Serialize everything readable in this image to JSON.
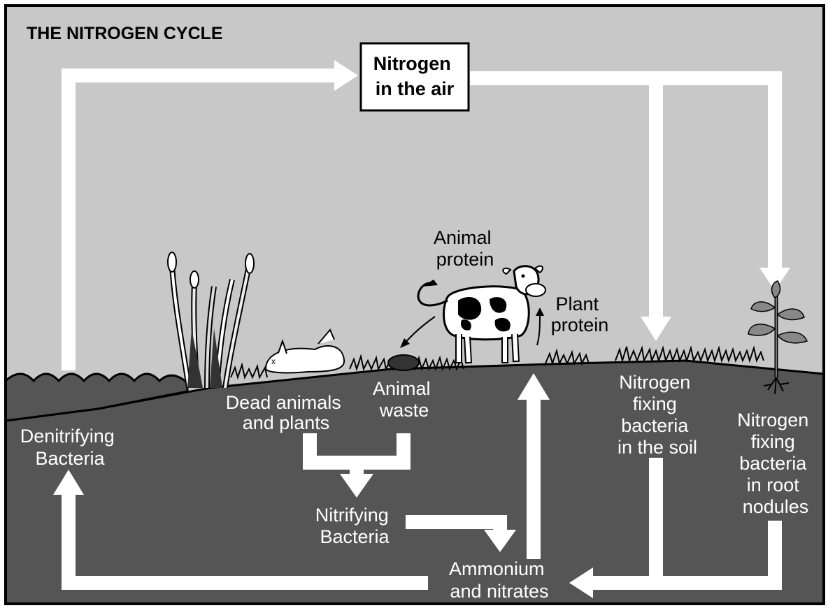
{
  "title": "THE NITROGEN CYCLE",
  "nodes": {
    "air": [
      "Nitrogen",
      "in the air"
    ],
    "animal_protein": [
      "Animal",
      "protein"
    ],
    "plant_protein": [
      "Plant",
      "protein"
    ],
    "dead": [
      "Dead animals",
      "and plants"
    ],
    "waste": [
      "Animal",
      "waste"
    ],
    "denitrifying": [
      "Denitrifying",
      "Bacteria"
    ],
    "nitrifying": [
      "Nitrifying",
      "Bacteria"
    ],
    "ammonium": [
      "Ammonium",
      "and nitrates"
    ],
    "soil_bacteria": [
      "Nitrogen",
      "fixing",
      "bacteria",
      "in the soil"
    ],
    "root_bacteria": [
      "Nitrogen",
      "fixing",
      "bacteria",
      "in root",
      "nodules"
    ]
  },
  "colors": {
    "sky": "#c8c8c8",
    "ground": "#555555",
    "arrow": "#ffffff",
    "outline": "#000000"
  },
  "icons": [
    "cow-icon",
    "dead-rabbit-icon",
    "dung-icon",
    "reeds-icon",
    "plant-with-roots-icon",
    "grass-icon"
  ]
}
